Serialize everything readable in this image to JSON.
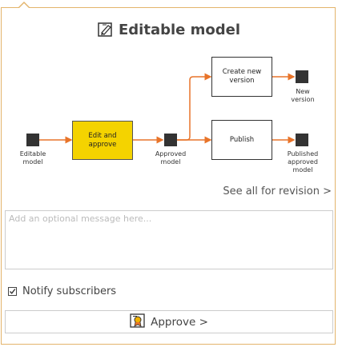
{
  "dialog": {
    "title": "Editable model"
  },
  "workflow": {
    "nodes": {
      "editable": "Editable\nmodel",
      "approved": "Approved\nmodel",
      "new_version": "New\nversion",
      "published": "Published\napproved\nmodel"
    },
    "steps": {
      "edit_approve": "Edit and\napprove",
      "create_version": "Create new\nversion",
      "publish": "Publish"
    }
  },
  "links": {
    "see_all": "See all for revision >"
  },
  "message": {
    "placeholder": "Add an optional message here...",
    "value": ""
  },
  "notify": {
    "label": "Notify subscribers",
    "checked": true
  },
  "actions": {
    "approve_label": "Approve >"
  },
  "colors": {
    "border": "#e3b46b",
    "arrow": "#e8742a",
    "active_step": "#f4d300"
  }
}
